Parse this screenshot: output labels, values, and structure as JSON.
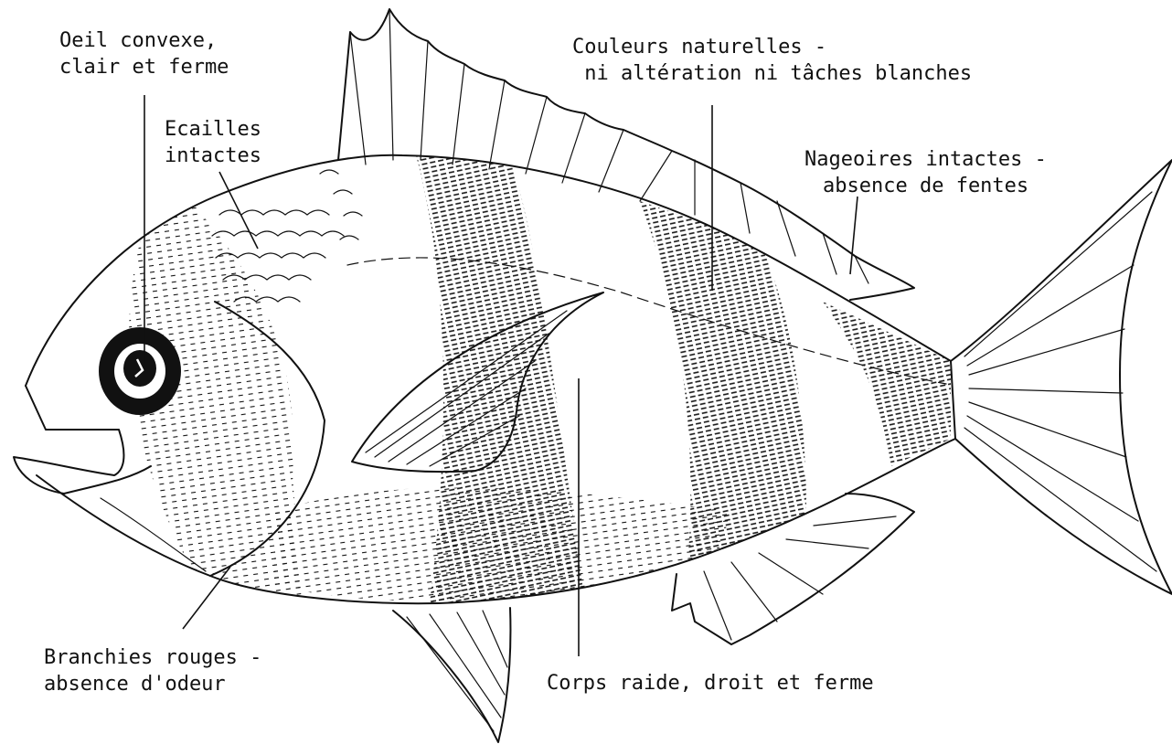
{
  "labels": {
    "eye": {
      "line1": "Oeil convexe,",
      "line2": "clair et ferme"
    },
    "scales": {
      "line1": "Ecailles",
      "line2": "intactes"
    },
    "colours": {
      "line1": "Couleurs naturelles -",
      "line2": " ni altération ni tâches blanches"
    },
    "fins": {
      "line1": "Nageoires intactes -",
      "line2": "absence de fentes"
    },
    "gills": {
      "line1": "Branchies rouges -",
      "line2": "absence d'odeur"
    },
    "body": {
      "line1": "Corps raide, droit et ferme"
    }
  },
  "colors": {
    "ink": "#111111",
    "background": "#ffffff"
  }
}
